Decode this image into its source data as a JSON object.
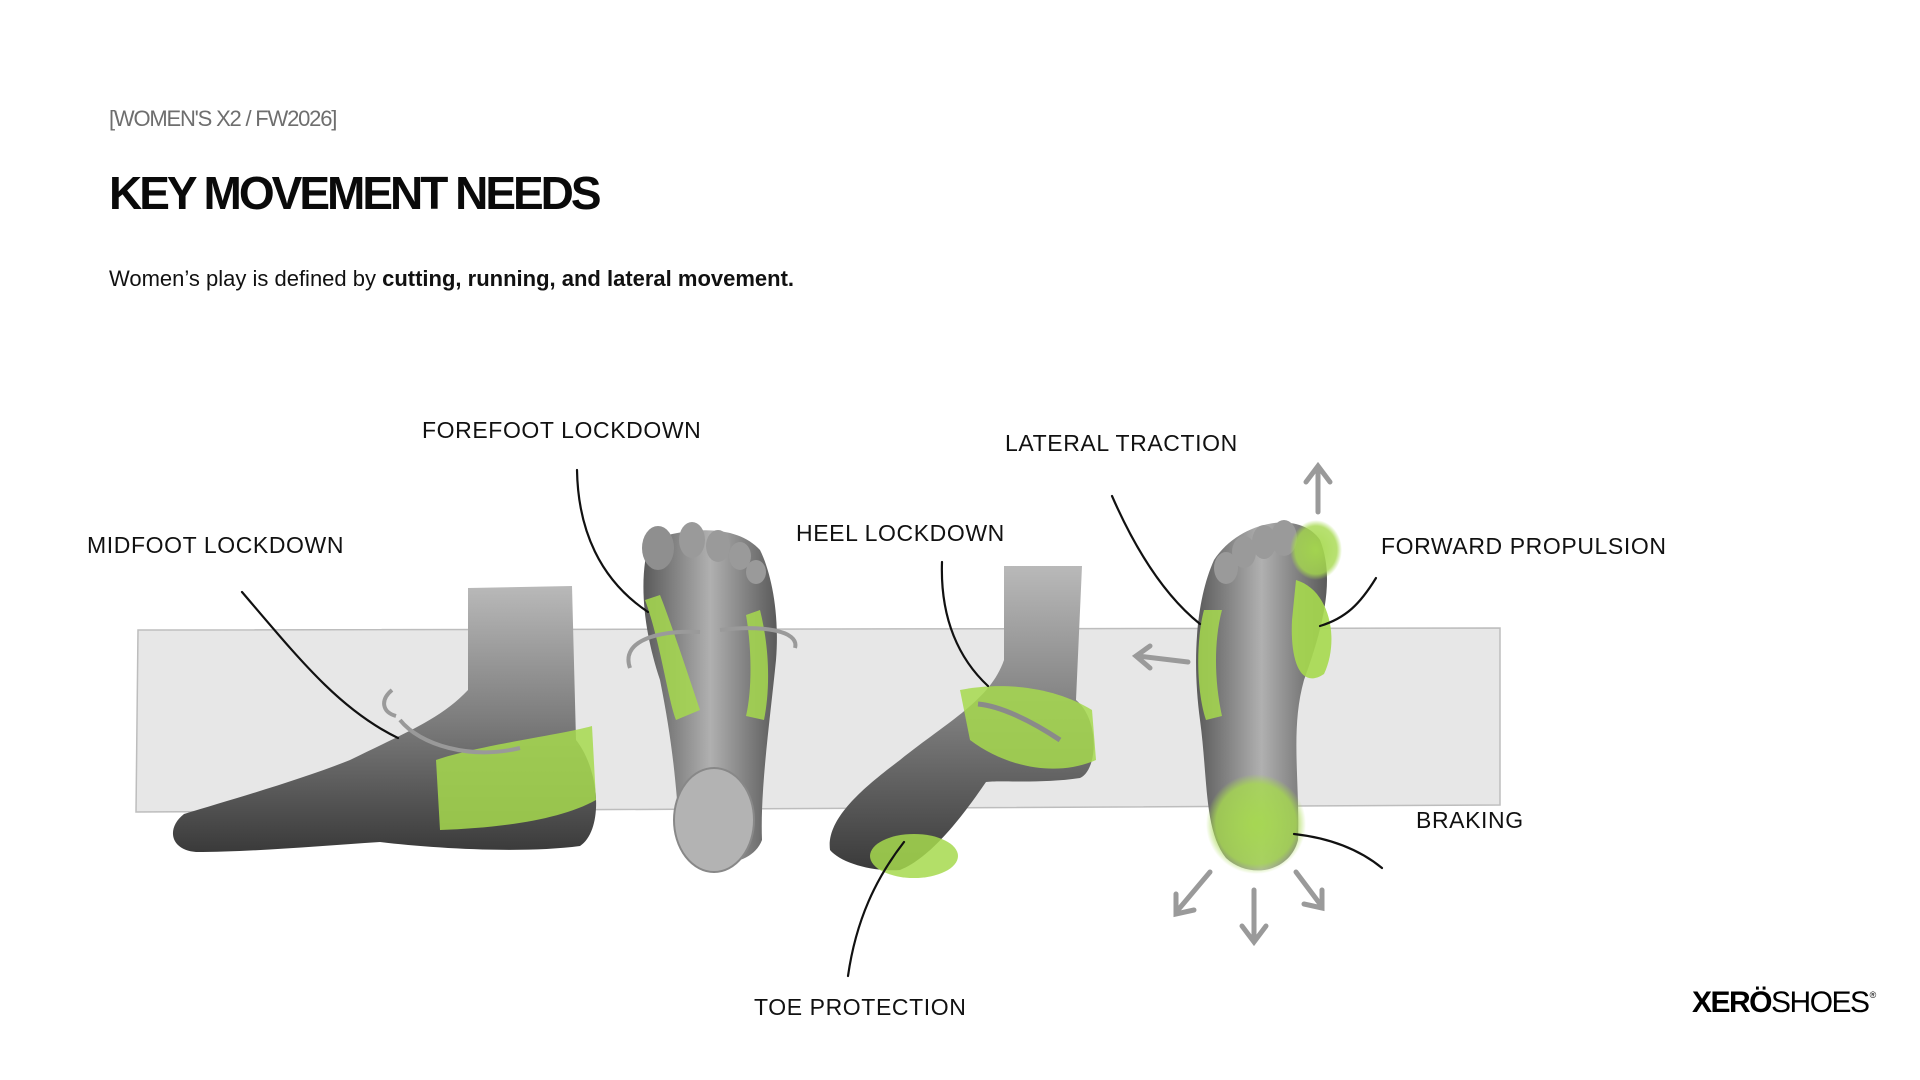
{
  "header": {
    "eyebrow": "[WOMEN'S X2 / FW2026]",
    "title": "KEY MOVEMENT NEEDS",
    "subtitle_regular": "Women’s play is defined by ",
    "subtitle_bold": "cutting, running, and lateral movement."
  },
  "callouts": {
    "midfoot": "MIDFOOT LOCKDOWN",
    "forefoot": "FOREFOOT LOCKDOWN",
    "heel": "HEEL LOCKDOWN",
    "lateral": "LATERAL TRACTION",
    "propulsion": "FORWARD PROPULSION",
    "braking": "BRAKING",
    "toe": "TOE PROTECTION"
  },
  "logo": {
    "bold": "XERÖ",
    "light": "SHOES",
    "mark": "®"
  },
  "colors": {
    "highlight": "#a6d94e",
    "foot_gray": "#8c8c8c",
    "band": "#e6e6e6",
    "arrow": "#9a9a9a"
  }
}
